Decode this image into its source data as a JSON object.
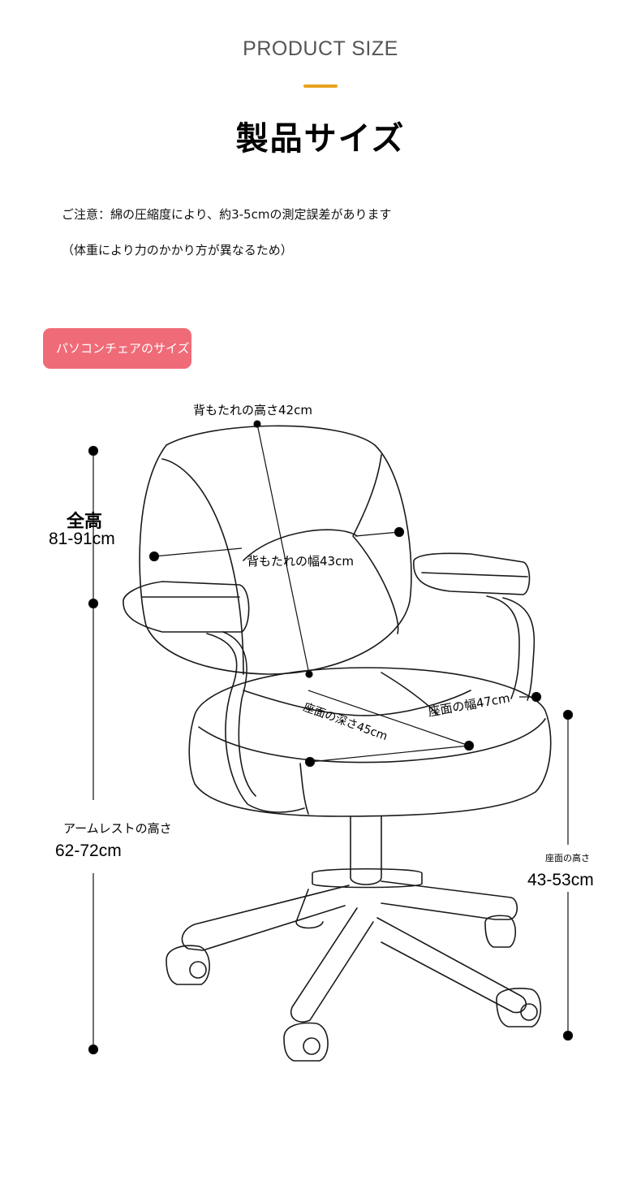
{
  "header": {
    "en_title": "PRODUCT SIZE",
    "jp_title": "製品サイズ",
    "accent_color": "#e8a21d"
  },
  "notes": {
    "line1": "ご注意：綿の圧縮度により、約3-5cmの測定誤差があります",
    "line2": "（体重により力のかかり方が異なるため）"
  },
  "badge": {
    "label": "パソコンチェアのサイズ",
    "color": "#f06b78"
  },
  "dimensions": {
    "back_height": "背もたれの高さ42cm",
    "total_height_label": "全高",
    "total_height_value": "81-91cm",
    "back_width": "背もたれの幅43cm",
    "seat_depth": "座面の深さ45cm",
    "seat_width": "座面の幅47cm",
    "armrest_height_label": "アームレストの高さ",
    "armrest_height_value": "62-72cm",
    "seat_height_label": "座面の高さ",
    "seat_height_value": "43-53cm"
  }
}
